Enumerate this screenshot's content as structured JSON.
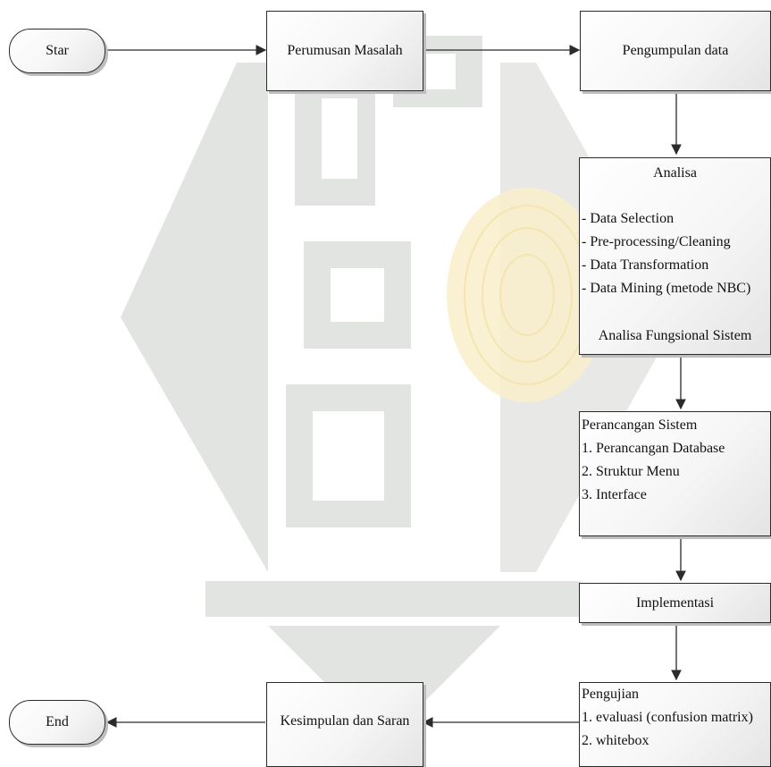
{
  "nodes": {
    "start": "Star",
    "perumusan": "Perumusan Masalah",
    "pengumpulan": "Pengumpulan data",
    "analisa": {
      "title": "Analisa",
      "items": [
        "- Data Selection",
        "- Pre-processing/Cleaning",
        "- Data Transformation",
        "- Data Mining (metode NBC)"
      ],
      "footer": "Analisa Fungsional Sistem"
    },
    "perancangan": {
      "title": "Perancangan Sistem",
      "items": [
        "1. Perancangan Database",
        "2. Struktur Menu",
        "3. Interface"
      ]
    },
    "implementasi": "Implementasi",
    "pengujian": {
      "title": "Pengujian",
      "items": [
        "1. evaluasi (confusion matrix)",
        "2. whitebox"
      ]
    },
    "kesimpulan": "Kesimpulan dan Saran",
    "end": "End"
  },
  "colors": {
    "watermark_grey": "#dcdedb",
    "watermark_yellow": "#faf1cf",
    "border": "#2b2b2b",
    "connector": "#2b2b2b"
  }
}
